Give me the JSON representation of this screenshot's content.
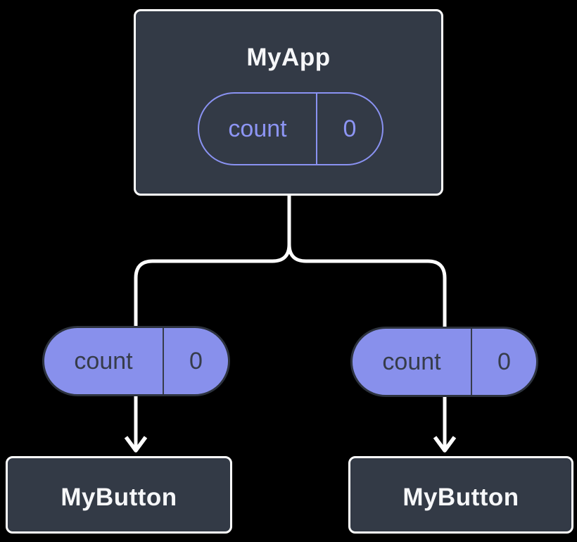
{
  "diagram_type": "react-component-tree-state-lift",
  "colors": {
    "background": "#000000",
    "node_fill": "#333a46",
    "node_border": "#ffffff",
    "node_text": "#f6f7f9",
    "accent_purple_outline": "#8a92f2",
    "pill_fill_purple": "#8890ec",
    "pill_dark_text": "#363c4a",
    "connector_line": "#ffffff"
  },
  "root": {
    "title": "MyApp",
    "state": {
      "name": "count",
      "value": "0"
    }
  },
  "props": [
    {
      "name": "count",
      "value": "0"
    },
    {
      "name": "count",
      "value": "0"
    }
  ],
  "children": [
    {
      "title": "MyButton"
    },
    {
      "title": "MyButton"
    }
  ]
}
